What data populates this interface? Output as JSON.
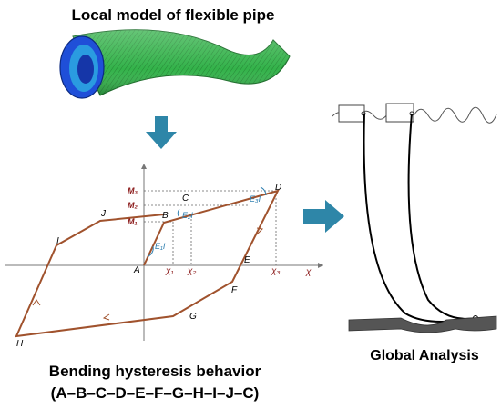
{
  "titles": {
    "top": "Local model of flexible pipe",
    "bottom_line1": "Bending hysteresis behavior",
    "bottom_line2": "(A–B–C–D–E–F–G–H–I–J–C)",
    "right": "Global Analysis"
  },
  "graph": {
    "points": {
      "A": "A",
      "B": "B",
      "C": "C",
      "D": "D",
      "E": "E",
      "F": "F",
      "G": "G",
      "H": "H",
      "I": "I",
      "J": "J"
    },
    "moment_labels": [
      "M₃",
      "M₂",
      "M₁"
    ],
    "curvature_labels": [
      "χ₁",
      "χ₂",
      "χ₃"
    ],
    "axis_label": "χ",
    "stiffness_labels": [
      "E₁I",
      "E₂I",
      "E₃I"
    ]
  },
  "colors": {
    "curve": "#a0522d",
    "arrow": "#2e86a8",
    "mlabel": "#8b1a1a",
    "stiffness": "#2f7fb0",
    "pipe_green": "#3cb44b",
    "pipe_blue": "#1f4fd8"
  }
}
